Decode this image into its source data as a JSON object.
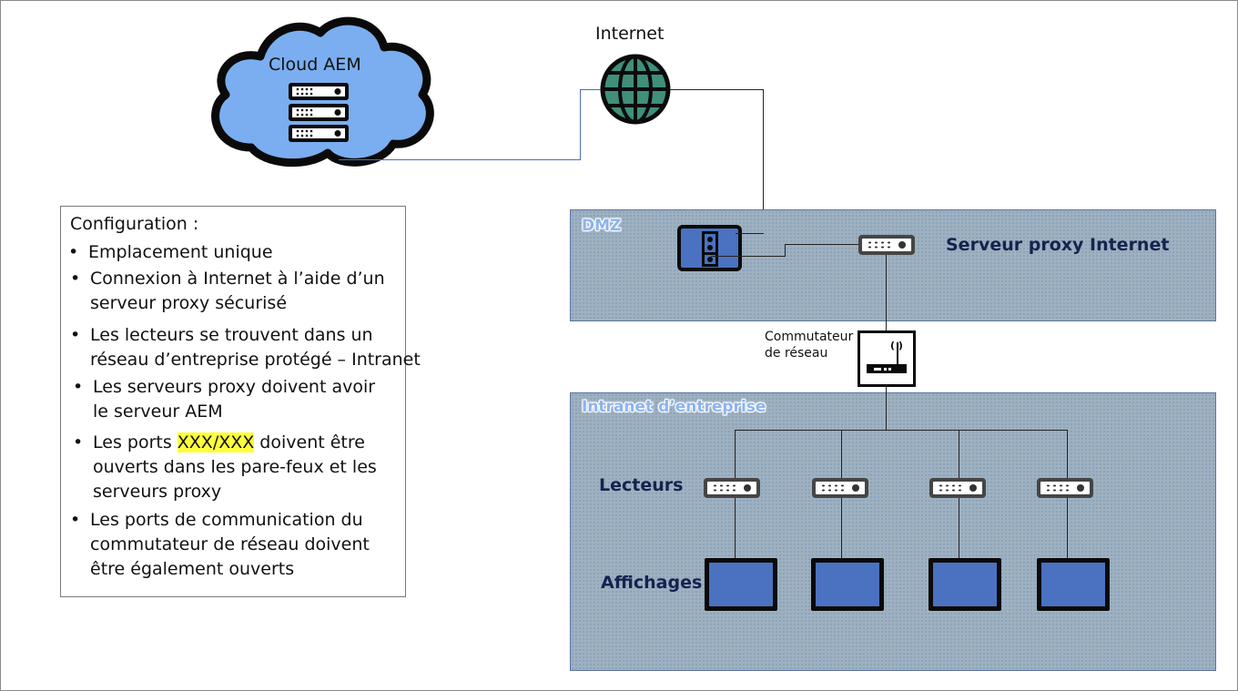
{
  "cloud": {
    "label": "Cloud AEM",
    "icon": "server-rack-icon"
  },
  "internet": {
    "label": "Internet",
    "icon": "globe-icon"
  },
  "config": {
    "title": "Configuration :",
    "items": [
      {
        "lines": [
          "Emplacement unique"
        ]
      },
      {
        "lines": [
          "Connexion à Internet à l’aide d’un",
          "serveur proxy sécurisé"
        ]
      },
      {
        "lines": [
          "Les lecteurs se trouvent dans un",
          "réseau d’entreprise protégé – Intranet"
        ]
      },
      {
        "lines": [
          "Les serveurs proxy doivent avoir",
          "le serveur AEM"
        ]
      },
      {
        "prefix": "Les ports ",
        "highlight": "XXX/XXX",
        "suffix": " doivent être",
        "lines": [
          "ouverts dans les pare-feux et les",
          "serveurs proxy"
        ]
      },
      {
        "lines": [
          "Les ports de communication du",
          "commutateur de réseau doivent",
          "être également ouverts"
        ]
      }
    ],
    "highlight_color": "#ffff3b"
  },
  "dmz": {
    "label": "DMZ",
    "firewall_icon": "firewall-icon",
    "proxy_label": "Serveur proxy Internet"
  },
  "switch": {
    "label_line1": "Commutateur",
    "label_line2": "de réseau",
    "icon": "wifi-router-icon"
  },
  "intranet": {
    "label": "Intranet d’entreprise",
    "players_label": "Lecteurs",
    "displays_label": "Affichages",
    "player_count": 4,
    "display_count": 4
  },
  "colors": {
    "zone_fill": "#9eb1bf",
    "zone_label": "#8cb4ee",
    "dark_label": "#13244e",
    "cloud_fill": "#7aaef0",
    "globe_fill": "#3f8f7b",
    "device_blue": "#4a72c0"
  }
}
